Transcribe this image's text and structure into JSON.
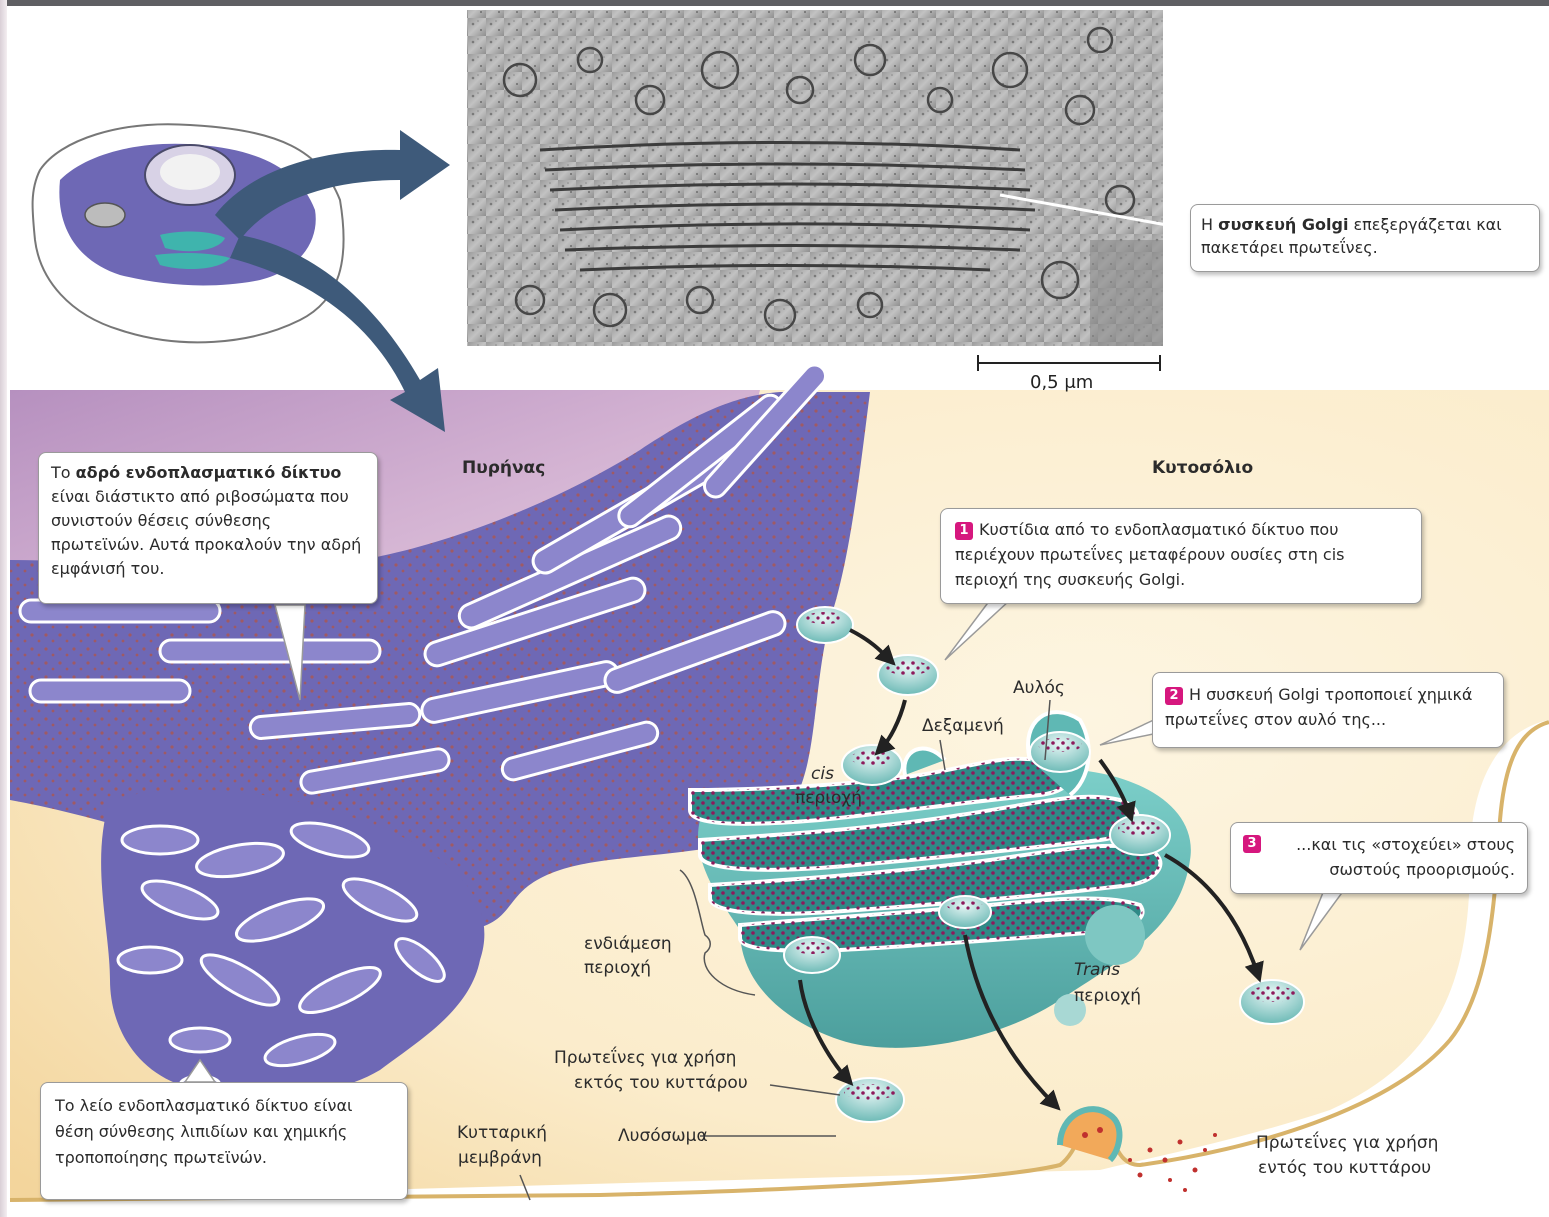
{
  "micrograph": {
    "scale_label": "0,5 μm"
  },
  "callouts": {
    "golgi_function": {
      "pre": "Η ",
      "bold": "συσκευή Golgi",
      "post": " επεξεργάζεται και πακετάρει πρωτεΐνες."
    },
    "rough_er": {
      "pre": "Το ",
      "bold": "αδρό ενδοπλασματικό δίκτυο",
      "post": " είναι διάστικτο από ριβοσώματα που συνιστούν θέσεις σύνθεσης πρωτεϊνών. Αυτά προκαλούν την αδρή εμφάνισή του."
    },
    "smooth_er": "Το λείο ενδοπλασματικό δίκτυο είναι θέση σύνθεσης λιπιδίων και χημικής τροποποίησης πρωτεϊνών.",
    "step1": {
      "num": "1",
      "text": "Κυστίδια από το ενδοπλασματικό δίκτυο που περιέχουν πρωτεΐνες μεταφέρουν ουσίες στη cis περιοχή της συσκευής Golgi."
    },
    "step2": {
      "num": "2",
      "text": "Η συσκευή Golgi τροποποιεί χημικά πρωτεΐνες στον αυλό της..."
    },
    "step3": {
      "num": "3",
      "text": "...και τις «στοχεύει» στους σωστούς προορισμούς."
    }
  },
  "labels": {
    "nucleus": "Πυρήνας",
    "cytosol": "Κυτοσόλιο",
    "lumen": "Αυλός",
    "cisterna": "Δεξαμενή",
    "cis_italic": "cis",
    "cis_region": "περιοχή",
    "medial_1": "ενδιάμεση",
    "medial_2": "περιοχή",
    "trans_italic": "Trans",
    "trans_region": "περιοχή",
    "proteins_out_1": "Πρωτεΐνες για χρήση",
    "proteins_out_2": "εκτός του κυττάρου",
    "lysosome": "Λυσόσωμα",
    "membrane_1": "Κυτταρική",
    "membrane_2": "μεμβράνη",
    "proteins_in_1": "Πρωτεΐνες για χρήση",
    "proteins_in_2": "εντός του κυττάρου"
  },
  "colors": {
    "er_purple": "#6e68b5",
    "golgi_teal": "#5fb8b4",
    "cargo_magenta": "#8e1a5c",
    "ribosome_red": "#c0502e",
    "cytosol_cream": "#fbeed2",
    "nucleus_pink": "#c9a2c8",
    "badge_magenta": "#d6177e",
    "arrow_slate": "#3e5a7a"
  }
}
